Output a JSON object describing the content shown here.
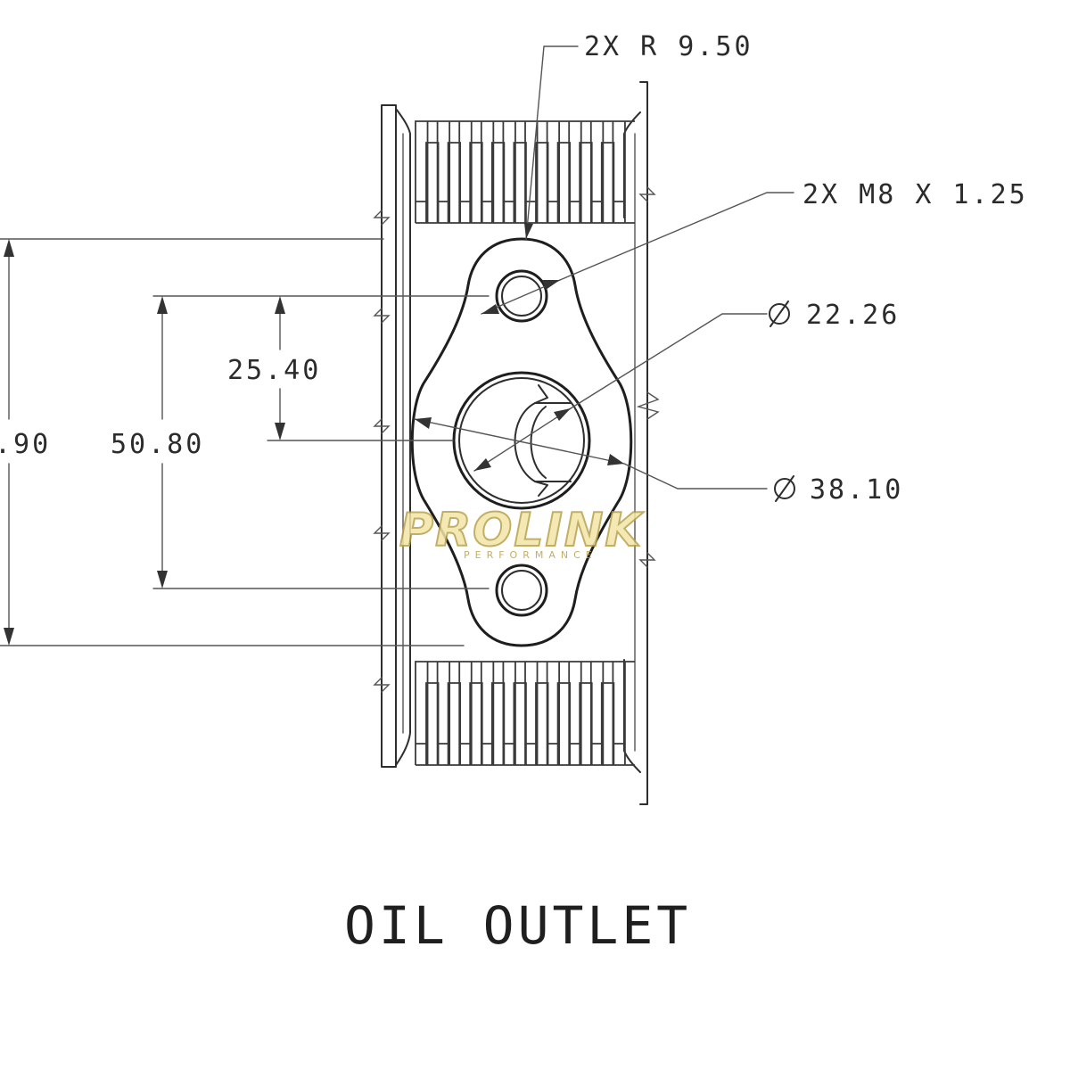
{
  "diagram": {
    "title": "OIL OUTLET",
    "callouts": {
      "radius": "2X R 9.50",
      "thread": "2X M8 X 1.25",
      "inner_diameter": "22.26",
      "outer_diameter": "38.10"
    },
    "dimensions": {
      "bolt_to_center": "25.40",
      "bolt_spacing": "50.80",
      "overall_partial": ".90"
    },
    "watermark": {
      "brand": "PROLINK",
      "tagline": "PERFORMANCE"
    }
  },
  "colors": {
    "line": "#2e2e2e",
    "watermark_fill": "#f3e6a8",
    "watermark_outline": "#b9a24a"
  }
}
